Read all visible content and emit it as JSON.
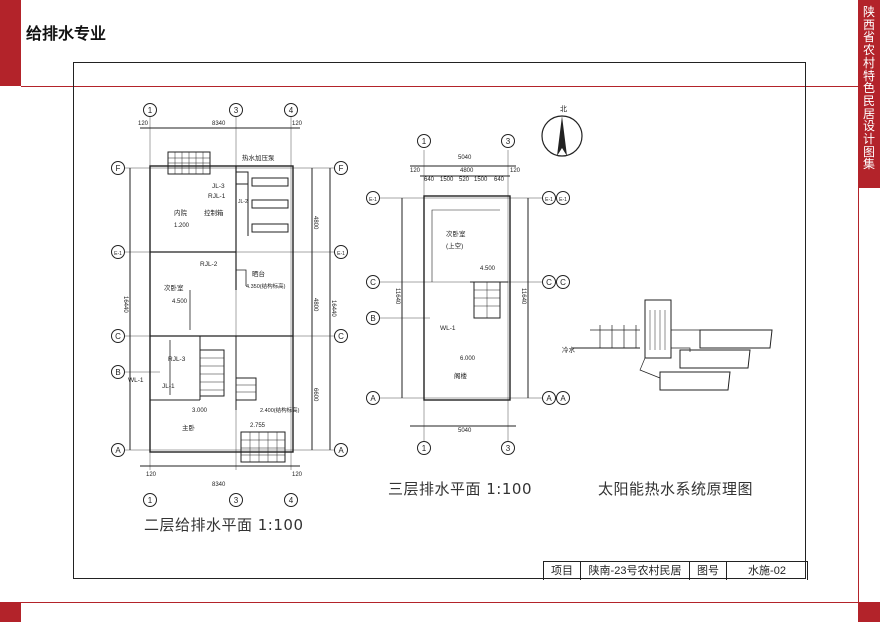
{
  "header": {
    "title": "给排水专业"
  },
  "side_title": [
    "陕",
    "西",
    "省",
    "农",
    "村",
    "特",
    "色",
    "民",
    "居",
    "设",
    "计",
    "图",
    "集"
  ],
  "captions": {
    "plan2": "二层给排水平面 1:100",
    "plan3": "三层排水平面 1:100",
    "solar": "太阳能热水系统原理图"
  },
  "title_block": {
    "project_label": "项目",
    "project_name": "陕南-23号农村民居",
    "drawing_no_label": "图号",
    "drawing_no": "水施-02"
  },
  "plan2": {
    "top_axes": [
      "1",
      "3",
      "4"
    ],
    "bottom_axes": [
      "1",
      "3",
      "4"
    ],
    "left_axes": [
      "F",
      "E-1",
      "C",
      "B",
      "A"
    ],
    "right_axes": [
      "F",
      "E-1",
      "C",
      "A"
    ],
    "dims_top": [
      "120",
      "8340",
      "120"
    ],
    "dims_bottom": [
      "120",
      "8340",
      "120"
    ],
    "dims_right": [
      "4800",
      "4800",
      "6600"
    ],
    "dims_total": "16440",
    "labels": {
      "hot_pump": "热水加压泵",
      "jl3": "JL-3",
      "rjl1": "RJL-1",
      "jl2": "JL-2",
      "yard": "内院",
      "yard_el": "1.200",
      "control_box": "控制箱",
      "rjl2": "RJL-2",
      "terrace": "晒台",
      "terrace_el": "4.350(结构标高)",
      "bedroom2": "次卧室",
      "bedroom2_el": "4.500",
      "rjl3": "RJL-3",
      "jl1": "JL-1",
      "wl1": "WL-1",
      "master": "主卧",
      "master_el": "3.000",
      "el_2400": "2.400(结构标高)",
      "el_2755": "2.755"
    }
  },
  "plan3": {
    "top_axes": [
      "1",
      "3"
    ],
    "bottom_axes": [
      "1",
      "3"
    ],
    "left_axes": [
      "E-1",
      "C",
      "B",
      "A"
    ],
    "right_axes": [
      "E-1",
      "C",
      "A"
    ],
    "dims_top": [
      "120",
      "5040",
      "4800",
      "120"
    ],
    "dims_sub": [
      "640",
      "1500",
      "520",
      "1500",
      "640"
    ],
    "dims_bottom": "5040",
    "dims_side": "11640",
    "labels": {
      "bedroom": "次卧室",
      "bedroom_sub": "(上空)",
      "el_4500": "4.500",
      "wl1": "WL-1",
      "attic": "阁楼",
      "attic_el": "6.000"
    }
  },
  "solar": {
    "cold_water": "冷水",
    "north": "北"
  }
}
